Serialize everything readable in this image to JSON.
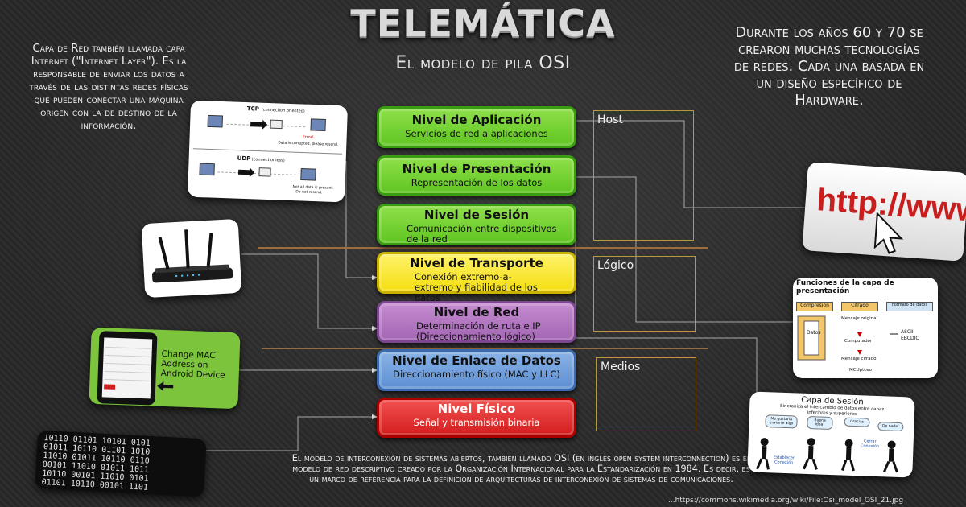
{
  "header": {
    "title": "TELEMÁTICA",
    "subtitle": "El modelo de pila OSI"
  },
  "left_description": "Capa de Red también llamada capa Internet (\"Internet Layer\"). Es la responsable de enviar los datos a través de las distintas redes físicas que pueden conectar una máquina origen con la de destino de la información.",
  "right_description": "Durante los años 60 y 70 se crearon muchas tecnologías de redes. Cada una basada en un diseño específico de Hardware.",
  "bottom_description": "El modelo de interconexión de sistemas abiertos, también llamado OSI (en inglés open system interconnection) es el modelo de red descriptivo creado por la Organización Internacional para la Estandarización en 1984. Es decir, es un marco de referencia para la definición de arquitecturas de interconexión de sistemas de comunicaciones.",
  "url_fragment": "...https://commons.wikimedia.org/wiki/File:Osi_model_OSI_21.jpg",
  "layers": [
    {
      "name": "Nivel de Aplicación",
      "desc": "Servicios de red a aplicaciones",
      "color": "#6fd12e"
    },
    {
      "name": "Nivel de Presentación",
      "desc": "Representación de los datos",
      "color": "#6fd12e"
    },
    {
      "name": "Nivel de Sesión",
      "desc": "Comunicación entre dispositivos de la red",
      "color": "#6fd12e"
    },
    {
      "name": "Nivel de Transporte",
      "desc": "Conexión extremo-a-extremo y fiabilidad de los datos",
      "color": "#f4de10"
    },
    {
      "name": "Nivel de Red",
      "desc": "Determinación de ruta e IP (Direccionamiento lógico)",
      "color": "#a265b3"
    },
    {
      "name": "Nivel de Enlace de Datos",
      "desc": "Direccionamiento físico (MAC y LLC)",
      "color": "#5d8fd2"
    },
    {
      "name": "Nivel Físico",
      "desc": "Señal y transmisión binaria",
      "color": "#d41d1d"
    }
  ],
  "groups": {
    "host": "Host",
    "logico": "Lógico",
    "medios": "Medios"
  },
  "tcp_card": {
    "tcp_label": "TCP",
    "tcp_sub": "(connection oriented)",
    "tcp_error": "Error!",
    "tcp_note": "Data is corrupted, please resend.",
    "udp_label": "UDP",
    "udp_sub": "(connectionless)",
    "udp_note1": "Not all data is present.",
    "udp_note2": "Do not resend."
  },
  "phone_card": {
    "line1": "Change MAC",
    "line2": "Address on",
    "line3": "Android Device"
  },
  "http_card": {
    "text": "http://www"
  },
  "presentation_card": {
    "title1": "Funciones de la capa de",
    "title2": "presentación",
    "col1": "Compresión",
    "col2": "Cifrado",
    "col3": "Formato de datos",
    "datos": "Datos",
    "mensaje_original": "Mensaje original",
    "computador": "Computador",
    "mensaje_cifrado": "Mensaje cifrado",
    "mcupteco": "MCUptceo",
    "ascii": "ASCII",
    "ebcdic": "EBCDIC"
  },
  "session_card": {
    "title": "Capa de Sesión",
    "subtitle": "Sincroniza el intercambio de datos entre capas inferiores y superiores",
    "b1": "Me gustaría enviarte algo",
    "b2": "Buena idea!",
    "b3": "Gracias",
    "b4": "De nada!",
    "establecer": "Establecer Conexión",
    "cerrar": "Cerrar Conexión"
  },
  "binary_card": {
    "rows": [
      "10110 01101 10101 0101",
      "01011 10110 01101 1010",
      "11010 01011 10110 0110",
      "00101 11010 01011 1011",
      "10110 00101 11010 0101",
      "01101 10110 00101 1101"
    ]
  }
}
